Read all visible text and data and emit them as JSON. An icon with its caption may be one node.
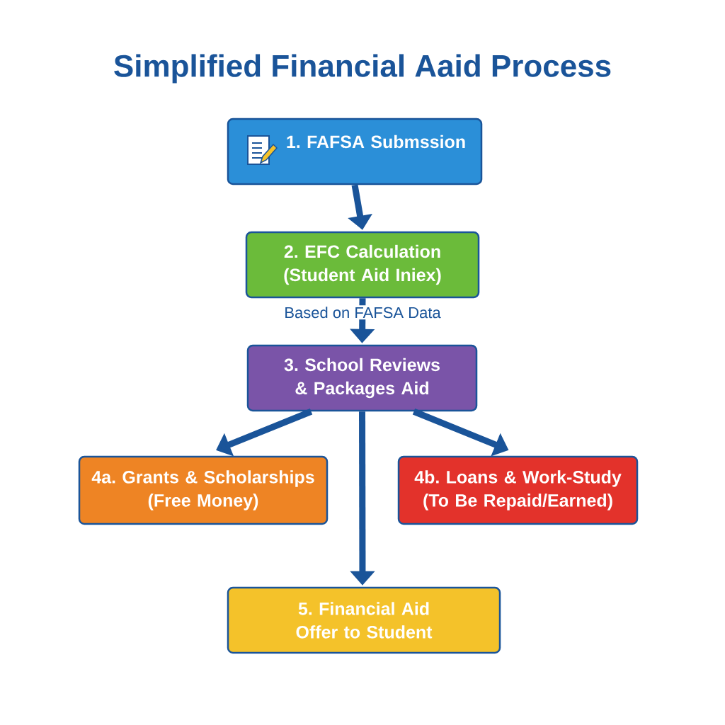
{
  "diagram": {
    "title": "Simplified Financial Aaid Process",
    "nodes": [
      {
        "text": [
          "1. FAFSA Submssion"
        ]
      },
      {
        "text": [
          "2. EFC Calculation (Student Aid Iniex)"
        ]
      },
      {
        "text": [
          "3. School Reviews & Packages Aid"
        ]
      },
      {
        "text": [
          "4a. Grants & Scholarships (Free Money)"
        ]
      },
      {
        "text": [
          "4b. Loans & Work-Study (To Be Repaid/Earned)"
        ]
      },
      {
        "text": [
          "5. Financial Aid Offer to Student"
        ]
      }
    ],
    "edges": [
      {
        "from": 0,
        "to": 1,
        "arrow": "to"
      },
      {
        "from": 1,
        "to": 2,
        "arrow": "to",
        "label": "Based on FAFSA Data"
      },
      {
        "from": 2,
        "to": 3,
        "arrow": "to"
      },
      {
        "from": 2,
        "to": 4,
        "arrow": "to"
      },
      {
        "from": 2,
        "to": 5,
        "arrow": "to"
      }
    ]
  }
}
